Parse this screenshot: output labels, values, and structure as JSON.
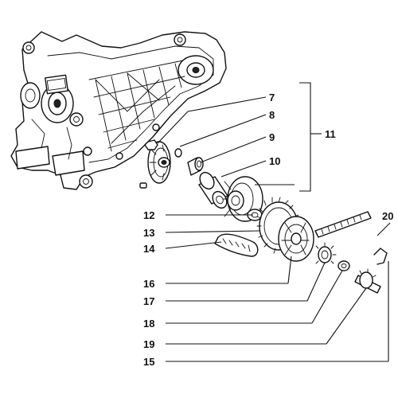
{
  "callouts": {
    "n7": "7",
    "n8": "8",
    "n9": "9",
    "n10": "10",
    "n11": "11",
    "n12": "12",
    "n13": "13",
    "n14": "14",
    "n15": "15",
    "n16": "16",
    "n17": "17",
    "n18": "18",
    "n19": "19",
    "n20": "20"
  }
}
